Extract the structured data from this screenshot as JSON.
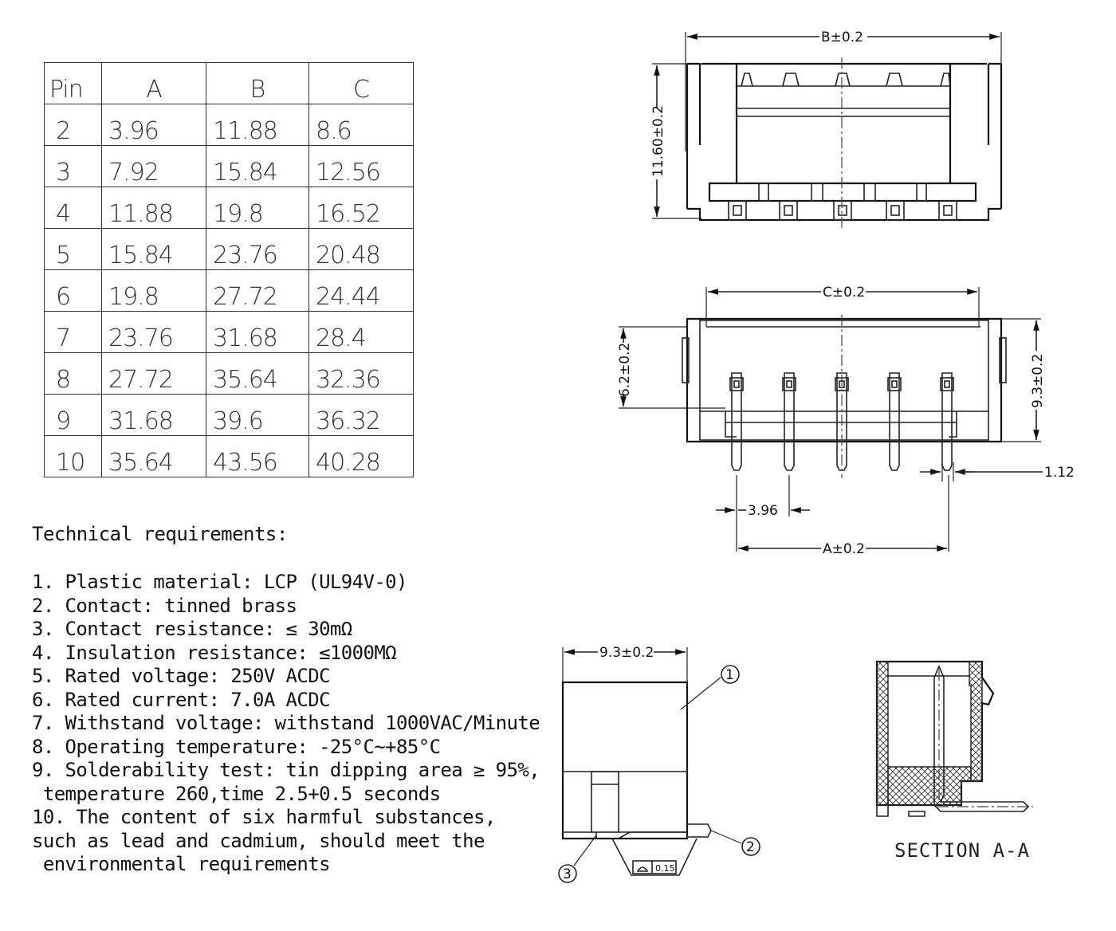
{
  "table": {
    "headers": [
      "Pin",
      "A",
      "B",
      "C"
    ],
    "rows": [
      [
        "2",
        "3.96",
        "11.88",
        "8.6"
      ],
      [
        "3",
        "7.92",
        "15.84",
        "12.56"
      ],
      [
        "4",
        "11.88",
        "19.8",
        "16.52"
      ],
      [
        "5",
        "15.84",
        "23.76",
        "20.48"
      ],
      [
        "6",
        "19.8",
        "27.72",
        "24.44"
      ],
      [
        "7",
        "23.76",
        "31.68",
        "28.4"
      ],
      [
        "8",
        "27.72",
        "35.64",
        "32.36"
      ],
      [
        "9",
        "31.68",
        "39.6",
        "36.32"
      ],
      [
        "10",
        "35.64",
        "43.56",
        "40.28"
      ]
    ]
  },
  "tech": {
    "title": "Technical requirements:",
    "items": [
      "1. Plastic material: LCP (UL94V-0)",
      "2. Contact: tinned brass",
      "3. Contact resistance: ≤ 30mΩ",
      "4. Insulation resistance: ≤1000MΩ",
      "5. Rated voltage: 250V ACDC",
      "6. Rated current: 7.0A ACDC",
      "7. Withstand voltage: withstand 1000VAC/Minute",
      "8. Operating temperature: -25°C~+85°C",
      "9. Solderability test: tin dipping area ≥ 95%,",
      " temperature 260,time 2.5+0.5 seconds",
      "10. The content of six harmful substances,",
      "such as lead and cadmium, should meet the",
      " environmental requirements"
    ]
  },
  "dims": {
    "b": "B±0.2",
    "height": "11.60±0.2",
    "c": "C±0.2",
    "depth_left": "6.2±0.2",
    "depth_right": "9.3±0.2",
    "pitch": "3.96",
    "pin_width": "1.12",
    "a": "A±0.2",
    "side_width": "9.3±0.2",
    "flatness": "0.15"
  },
  "callouts": [
    "1",
    "2",
    "3"
  ],
  "section_label": "SECTION A-A"
}
